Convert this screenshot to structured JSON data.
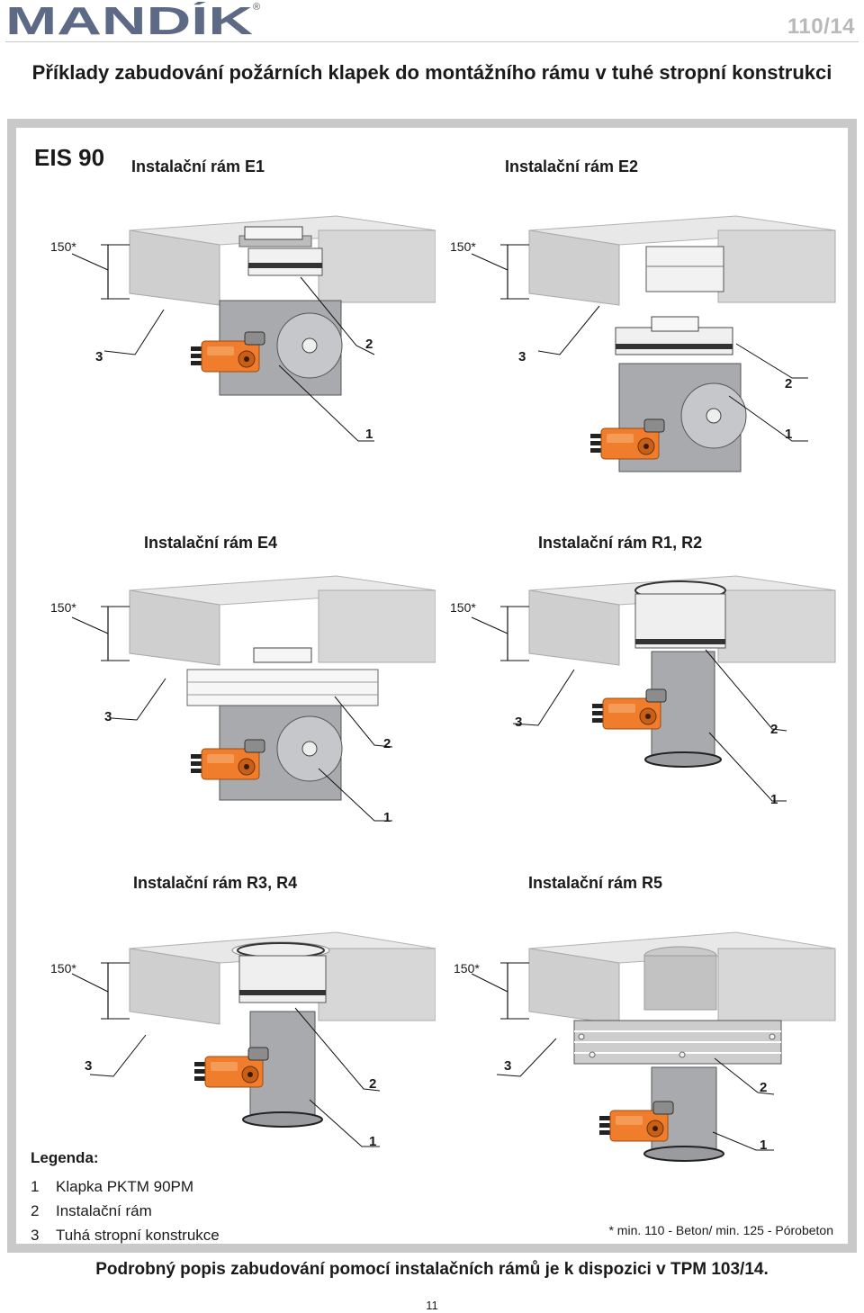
{
  "header": {
    "logo_text": "MANDÍK",
    "registered_mark": "®",
    "page_code": "110/14"
  },
  "title": "Příklady zabudování požárních klapek do montážního rámu v tuhé stropní konstrukci",
  "rating": "EIS 90",
  "sections": [
    {
      "title": "Instalační rám E1",
      "dimension": "150*",
      "labels": {
        "one": "1",
        "two": "2",
        "three": "3"
      }
    },
    {
      "title": "Instalační rám E2",
      "dimension": "150*",
      "labels": {
        "one": "1",
        "two": "2",
        "three": "3"
      }
    },
    {
      "title": "Instalační rám E4",
      "dimension": "150*",
      "labels": {
        "one": "1",
        "two": "2",
        "three": "3"
      }
    },
    {
      "title": "Instalační rám R1, R2",
      "dimension": "150*",
      "labels": {
        "one": "1",
        "two": "2",
        "three": "3"
      }
    },
    {
      "title": "Instalační rám R3, R4",
      "dimension": "150*",
      "labels": {
        "one": "1",
        "two": "2",
        "three": "3"
      }
    },
    {
      "title": "Instalační rám R5",
      "dimension": "150*",
      "labels": {
        "one": "1",
        "two": "2",
        "three": "3"
      }
    }
  ],
  "legend": {
    "title": "Legenda:",
    "items": [
      {
        "no": "1",
        "text": "Klapka PKTM 90PM"
      },
      {
        "no": "2",
        "text": "Instalační rám"
      },
      {
        "no": "3",
        "text": "Tuhá stropní konstrukce"
      }
    ]
  },
  "note": "* min. 110 - Beton/ min. 125 - Pórobeton",
  "footer_text": "Podrobný popis zabudování pomocí instalačních rámů je  k dispozici v TPM 103/14.",
  "page_number": "11",
  "colors": {
    "slab": "#d6d6d6",
    "slab_top": "#e9e9e9",
    "damper": "#a9aaad",
    "actuator": "#ef7d2b",
    "panel_border": "#c9c9c9"
  }
}
